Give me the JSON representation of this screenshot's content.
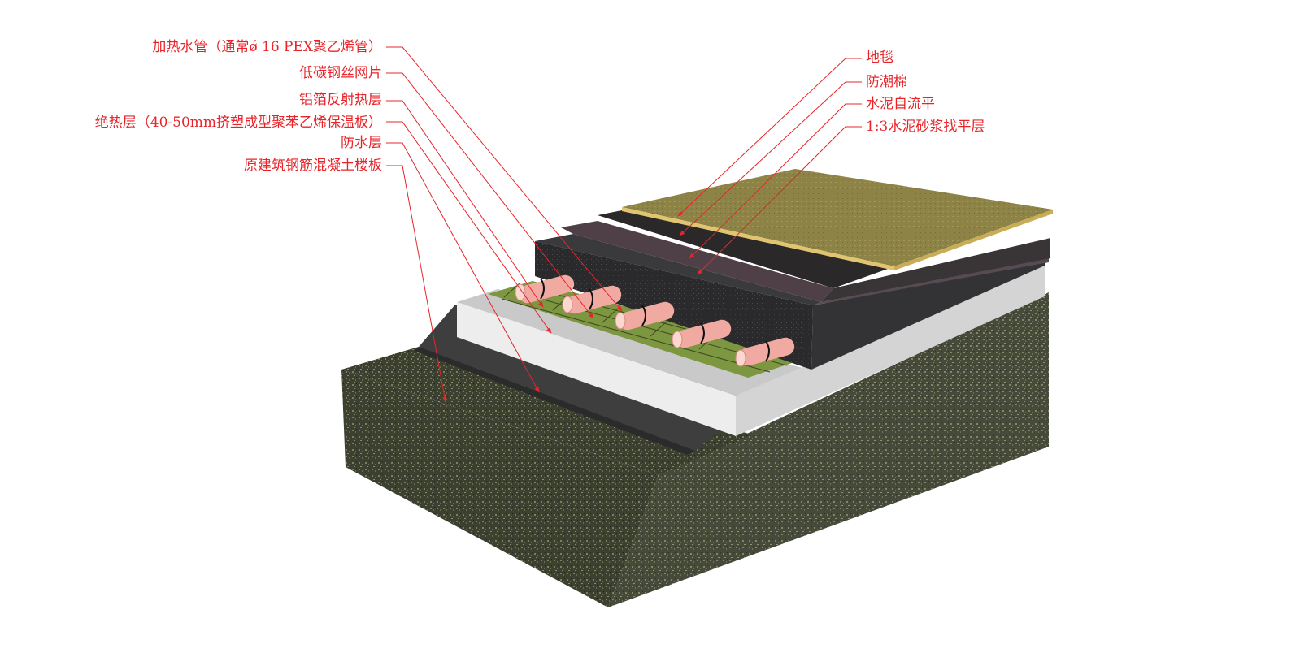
{
  "diagram": {
    "label_color": "#e8242a",
    "labels_left": [
      "加热水管（通常ǿ 16 PEX聚乙烯管）",
      "低碳钢丝网片",
      "铝箔反射热层",
      "绝热层（40-50mm挤塑成型聚苯乙烯保温板）",
      "防水层",
      "原建筑钢筋混凝土楼板"
    ],
    "labels_right": [
      "地毯",
      "防潮棉",
      "水泥自流平",
      "1:3水泥砂浆找平层"
    ]
  }
}
